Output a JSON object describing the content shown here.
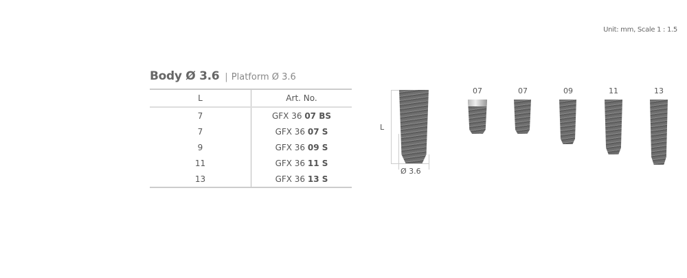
{
  "unit_note": "Unit: mm, Scale 1 : 1.5",
  "title": {
    "body": "Body Ø 3.6",
    "separator": "|",
    "platform": "Platform Ø 3.6"
  },
  "table": {
    "headers": [
      "L",
      "Art. No."
    ],
    "rows": [
      {
        "L": "7",
        "prefix": "GFX 36",
        "code": "07 BS"
      },
      {
        "L": "7",
        "prefix": "GFX 36",
        "code": "07 S"
      },
      {
        "L": "9",
        "prefix": "GFX 36",
        "code": "09 S"
      },
      {
        "L": "11",
        "prefix": "GFX 36",
        "code": "11 S"
      },
      {
        "L": "13",
        "prefix": "GFX 36",
        "code": "13 S"
      }
    ]
  },
  "diagram": {
    "length_label": "L",
    "diameter_label": "Ø 3.6"
  },
  "implants": [
    "07",
    "07",
    "09",
    "11",
    "13"
  ]
}
